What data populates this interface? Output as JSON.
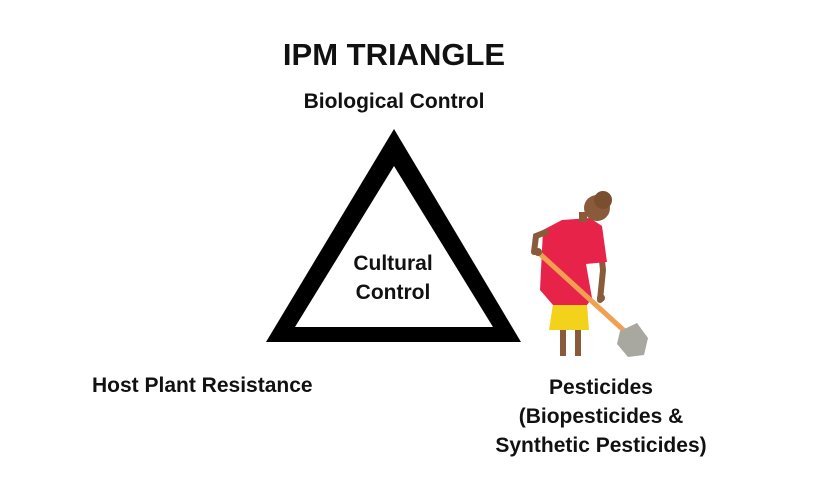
{
  "diagram": {
    "title": "IPM TRIANGLE",
    "vertices": {
      "top": "Biological Control",
      "bottom_left": "Host Plant Resistance",
      "bottom_right": [
        "Pesticides",
        "(Biopesticides &",
        "Synthetic Pesticides)"
      ]
    },
    "center": [
      "Cultural",
      "Control"
    ]
  },
  "colors": {
    "triangle_stroke": "#000000",
    "shirt": "#e8234a",
    "skirt": "#f2d21b",
    "skin": "#8a5b3a",
    "hair": "#8a5b3a",
    "shovel_handle": "#f0a050",
    "shovel_blade": "#a8a8a0"
  },
  "icons": {
    "figure": "farmer-with-shovel-icon"
  }
}
